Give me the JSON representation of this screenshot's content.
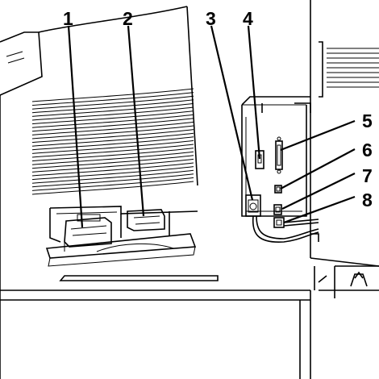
{
  "callouts": [
    {
      "id": "1",
      "label": "1"
    },
    {
      "id": "2",
      "label": "2"
    },
    {
      "id": "3",
      "label": "3"
    },
    {
      "id": "4",
      "label": "4"
    },
    {
      "id": "5",
      "label": "5"
    },
    {
      "id": "6",
      "label": "6"
    },
    {
      "id": "7",
      "label": "7"
    },
    {
      "id": "8",
      "label": "8"
    }
  ],
  "colors": {
    "cartridge_1": "#F2D49A",
    "cartridge_2": "#6FC1B3",
    "line": "#000000",
    "background": "#FFFFFF"
  }
}
